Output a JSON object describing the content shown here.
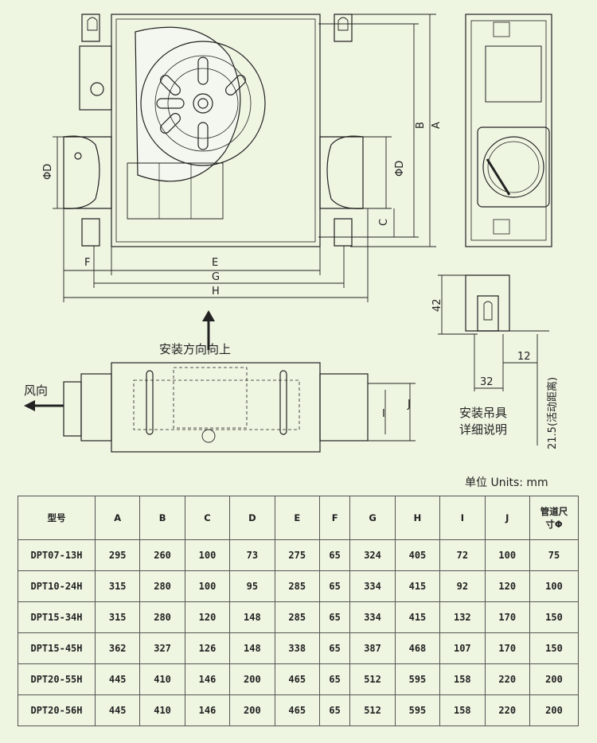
{
  "drawing": {
    "dim_letters": {
      "A": "A",
      "B": "B",
      "C": "C",
      "E": "E",
      "F": "F",
      "G": "G",
      "H": "H",
      "I": "I",
      "J": "J",
      "phiD_left": "ΦD",
      "phiD_right": "ΦD"
    },
    "install_direction": "安装方向向上",
    "wind_direction": "风向",
    "hanger": {
      "dim_42": "42",
      "dim_12": "12",
      "dim_32": "32",
      "dim_215": "21.5(活动距离)",
      "caption_line1": "安装吊具",
      "caption_line2": "详细说明"
    }
  },
  "units_label": "单位 Units: mm",
  "table": {
    "headers": [
      "型号",
      "A",
      "B",
      "C",
      "D",
      "E",
      "F",
      "G",
      "H",
      "I",
      "J",
      "管道尺寸Φ"
    ],
    "header_last_line1": "管道尺",
    "header_last_line2": "寸Φ",
    "rows": [
      {
        "model": "DPT07-13H",
        "A": "295",
        "B": "260",
        "C": "100",
        "D": "73",
        "E": "275",
        "F": "65",
        "G": "324",
        "H": "405",
        "I": "72",
        "J": "100",
        "duct": "75"
      },
      {
        "model": "DPT10-24H",
        "A": "315",
        "B": "280",
        "C": "100",
        "D": "95",
        "E": "285",
        "F": "65",
        "G": "334",
        "H": "415",
        "I": "92",
        "J": "120",
        "duct": "100"
      },
      {
        "model": "DPT15-34H",
        "A": "315",
        "B": "280",
        "C": "120",
        "D": "148",
        "E": "285",
        "F": "65",
        "G": "334",
        "H": "415",
        "I": "132",
        "J": "170",
        "duct": "150"
      },
      {
        "model": "DPT15-45H",
        "A": "362",
        "B": "327",
        "C": "126",
        "D": "148",
        "E": "338",
        "F": "65",
        "G": "387",
        "H": "468",
        "I": "107",
        "J": "170",
        "duct": "150"
      },
      {
        "model": "DPT20-55H",
        "A": "445",
        "B": "410",
        "C": "146",
        "D": "200",
        "E": "465",
        "F": "65",
        "G": "512",
        "H": "595",
        "I": "158",
        "J": "220",
        "duct": "200"
      },
      {
        "model": "DPT20-56H",
        "A": "445",
        "B": "410",
        "C": "146",
        "D": "200",
        "E": "465",
        "F": "65",
        "G": "512",
        "H": "595",
        "I": "158",
        "J": "220",
        "duct": "200"
      }
    ]
  },
  "colors": {
    "background": "#eef5e1",
    "line": "#222222"
  }
}
